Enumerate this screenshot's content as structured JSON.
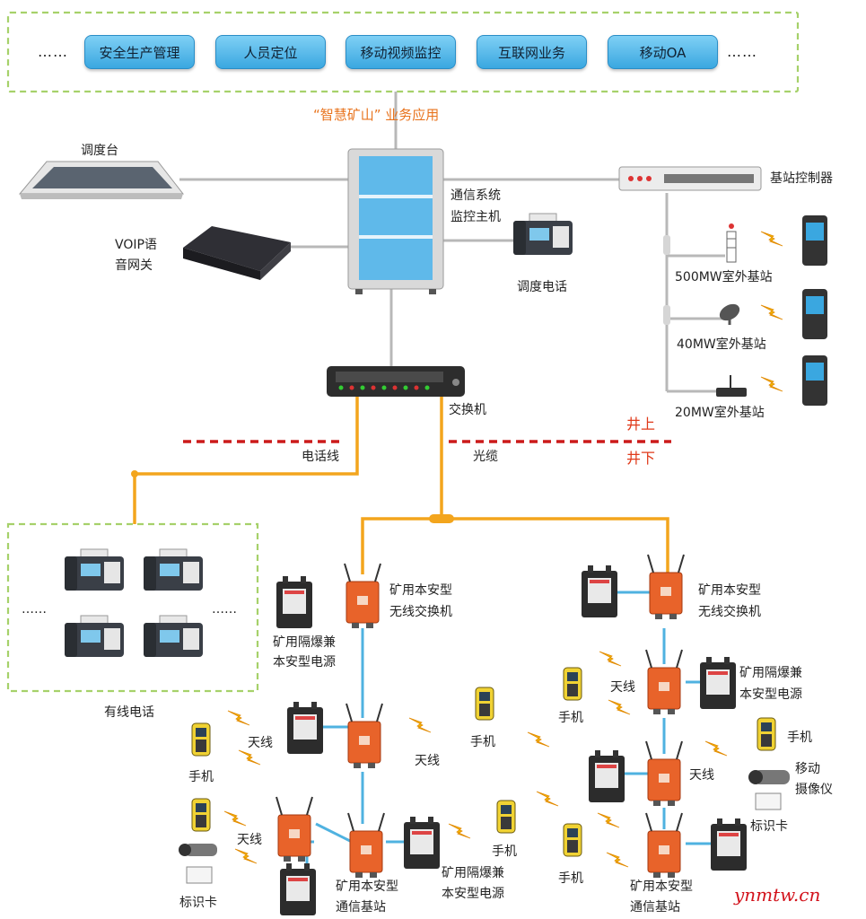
{
  "top_bar": {
    "ellipsis_left": "……",
    "ellipsis_right": "……",
    "buttons": [
      "安全生产管理",
      "人员定位",
      "移动视频监控",
      "互联网业务",
      "移动OA"
    ]
  },
  "labels": {
    "business_app": "“智慧矿山” 业务应用",
    "console": "调度台",
    "voip_line1": "VOIP语",
    "voip_line2": "音网关",
    "host_line1": "通信系统",
    "host_line2": "监控主机",
    "dispatch_phone": "调度电话",
    "base_controller": "基站控制器",
    "bs_500": "500MW室外基站",
    "bs_40": "40MW室外基站",
    "bs_20": "20MW室外基站",
    "switch": "交换机",
    "above_ground": "井上",
    "underground": "井下",
    "phone_line": "电话线",
    "fiber": "光缆",
    "wired_phone": "有线电话",
    "wired_ellipsis": "……",
    "wireless_switch_1": "矿用本安型",
    "wireless_switch_2": "无线交换机",
    "power_1": "矿用隔爆兼",
    "power_2": "本安型电源",
    "antenna": "天线",
    "handset": "手机",
    "mobile_cam_1": "移动",
    "mobile_cam_2": "摄像仪",
    "id_card": "标识卡",
    "comm_bs_1": "矿用本安型",
    "comm_bs_2": "通信基站",
    "watermark": "ynmtw.cn"
  },
  "colors": {
    "fiber": "#f3a51d",
    "wire": "#4fb2e0",
    "gray_line": "#b8b8b8",
    "dash_border": "#a6d16a",
    "ground_line": "#cc1a1a",
    "device_orange": "#e8632a",
    "button_blue": "#4bb3e6"
  }
}
